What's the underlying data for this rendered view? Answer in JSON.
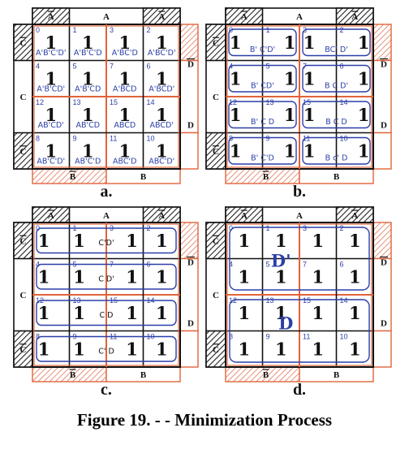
{
  "figure": {
    "caption": "Figure 19. - - Minimization Process",
    "colors": {
      "ink": "#111111",
      "orange": "#e0633a",
      "blue": "#2b3fa8",
      "hatch": "#8a8a8a"
    },
    "labels": {
      "A": "A",
      "A_bar": "A",
      "B": "B",
      "B_bar": "B",
      "C": "C",
      "C_bar": "C",
      "D": "D",
      "D_bar": "D"
    },
    "panels": [
      {
        "id": "a",
        "label": "a.",
        "cells": [
          [
            "1",
            "1",
            "1",
            "1"
          ],
          [
            "1",
            "1",
            "1",
            "1"
          ],
          [
            "1",
            "1",
            "1",
            "1"
          ],
          [
            "1",
            "1",
            "1",
            "1"
          ]
        ],
        "indices": [
          [
            "0",
            "1",
            "3",
            "2"
          ],
          [
            "4",
            "5",
            "7",
            "6"
          ],
          [
            "12",
            "13",
            "15",
            "14"
          ],
          [
            "8",
            "9",
            "11",
            "10"
          ]
        ],
        "terms": [
          [
            "A'B'C'D'",
            "A'B'C'D",
            "A'BC'D",
            "A'BC'D'"
          ],
          [
            "A'B'CD'",
            "A'B'CD",
            "A'BCD",
            "A'BCD'"
          ],
          [
            "AB'CD'",
            "AB'CD",
            "ABCD",
            "ABCD'"
          ],
          [
            "AB'C'D'",
            "AB'C'D",
            "ABC'D",
            "ABC'D'"
          ]
        ],
        "groups": []
      },
      {
        "id": "b",
        "label": "b.",
        "cells": [
          [
            "1",
            "1",
            "1",
            "1"
          ],
          [
            "1",
            "1",
            "1",
            "1"
          ],
          [
            "1",
            "1",
            "1",
            "1"
          ],
          [
            "1",
            "1",
            "1",
            "1"
          ]
        ],
        "indices": [
          [
            "0",
            "1",
            "3",
            "2"
          ],
          [
            "4",
            "5",
            "7",
            "6"
          ],
          [
            "12",
            "13",
            "15",
            "14"
          ],
          [
            "8",
            "9",
            "11",
            "10"
          ]
        ],
        "terms": [
          [
            "B' C'D'",
            "",
            "BC' D'",
            ""
          ],
          [
            "B' CD'",
            "",
            "B C D'",
            ""
          ],
          [
            "B' C D",
            "",
            "B C D",
            ""
          ],
          [
            "B' C'D",
            "",
            "B c' D",
            ""
          ]
        ],
        "groups": [
          "B' C'D'",
          "BC' D'",
          "B' CD'",
          "B C D'",
          "B' C D",
          "B C D",
          "B' C'D",
          "B c' D"
        ]
      },
      {
        "id": "c",
        "label": "c.",
        "cells": [
          [
            "1",
            "1",
            "1",
            "1"
          ],
          [
            "1",
            "1",
            "1",
            "1"
          ],
          [
            "1",
            "1",
            "1",
            "1"
          ],
          [
            "1",
            "1",
            "1",
            "1"
          ]
        ],
        "indices": [
          [
            "0",
            "1",
            "3",
            "2"
          ],
          [
            "4",
            "5",
            "7",
            "6"
          ],
          [
            "12",
            "13",
            "15",
            "14"
          ],
          [
            "8",
            "9",
            "11",
            "10"
          ]
        ],
        "terms": [
          [
            "",
            "C'D'",
            "",
            ""
          ],
          [
            "",
            "C D'",
            "",
            ""
          ],
          [
            "",
            "C D",
            "",
            ""
          ],
          [
            "",
            "C' D",
            "",
            ""
          ]
        ],
        "groups": [
          "C'D'",
          "C D'",
          "C D",
          "C' D"
        ]
      },
      {
        "id": "d",
        "label": "d.",
        "cells": [
          [
            "1",
            "1",
            "1",
            "1"
          ],
          [
            "1",
            "1",
            "1",
            "1"
          ],
          [
            "1",
            "1",
            "1",
            "1"
          ],
          [
            "1",
            "1",
            "1",
            "1"
          ]
        ],
        "indices": [
          [
            "0",
            "1",
            "3",
            "2"
          ],
          [
            "4",
            "5",
            "7",
            "6"
          ],
          [
            "12",
            "13",
            "15",
            "14"
          ],
          [
            "8",
            "9",
            "11",
            "10"
          ]
        ],
        "terms": [],
        "groups": [
          "D'",
          "D"
        ]
      }
    ]
  }
}
